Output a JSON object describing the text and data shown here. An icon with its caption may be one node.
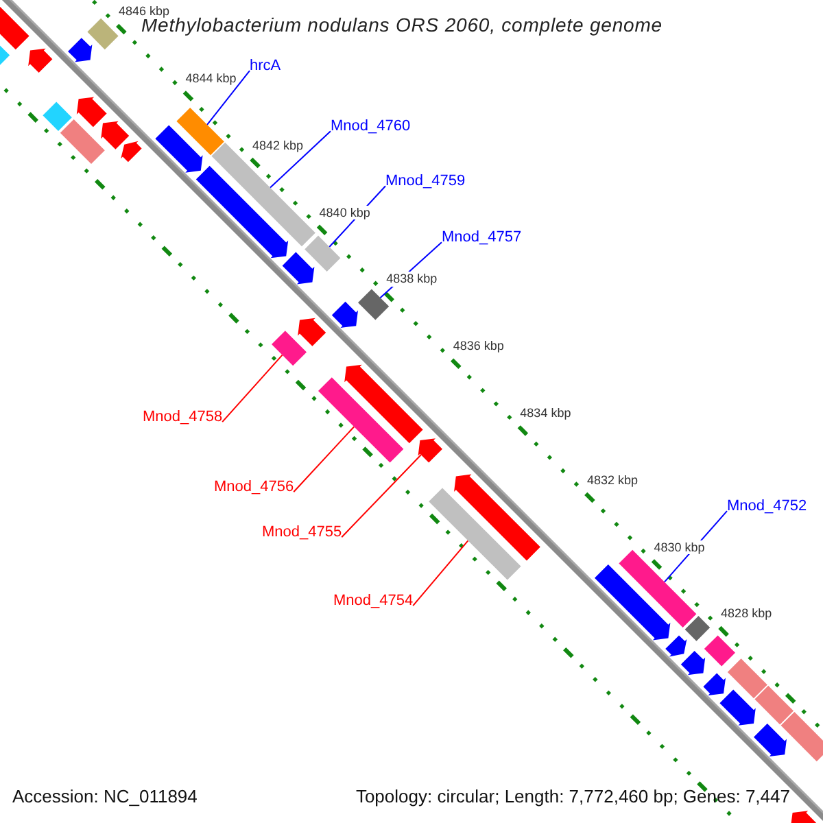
{
  "diagram": {
    "title": "Methylobacterium nodulans ORS 2060, complete genome",
    "nodes": [
      {
        "text": [
          "hrcA"
        ]
      },
      {
        "text": [
          "Mnod_4760"
        ]
      },
      {
        "text": [
          "Mnod_4759"
        ]
      },
      {
        "text": [
          "Mnod_4757"
        ]
      },
      {
        "text": [
          "Mnod_4758"
        ]
      },
      {
        "text": [
          "Mnod_4756"
        ]
      },
      {
        "text": [
          "Mnod_4752"
        ]
      },
      {
        "text": [
          "Mnod_4755"
        ]
      },
      {
        "text": [
          "Mnod_4754"
        ]
      },
      {
        "text": [],
        "shape": "pentagon"
      },
      {
        "text": [],
        "shape": "bar"
      },
      {
        "text": [],
        "shape": "pentagon"
      },
      {
        "text": [],
        "shape": "bar"
      },
      {
        "text": [],
        "shape": "pentagon"
      },
      {
        "text": [],
        "shape": "bar"
      },
      {
        "text": [],
        "shape": "pentagon"
      },
      {
        "text": [],
        "shape": "bar"
      },
      {
        "text": [],
        "shape": "pentagon"
      },
      {
        "text": [],
        "shape": "pentagon"
      },
      {
        "text": [],
        "shape": "pentagon"
      },
      {
        "text": [],
        "shape": "bar"
      },
      {
        "text": [],
        "shape": "bar"
      },
      {
        "text": [],
        "shape": "pentagon"
      },
      {
        "text": [],
        "shape": "pentagon"
      },
      {
        "text": [],
        "shape": "bar"
      },
      {
        "text": [],
        "shape": "bar"
      },
      {
        "text": [],
        "shape": "pentagon"
      },
      {
        "text": [],
        "shape": "pentagon"
      },
      {
        "text": [],
        "shape": "bar"
      },
      {
        "text": [],
        "shape": "bar"
      },
      {
        "text": [],
        "shape": "pentagon"
      },
      {
        "text": [],
        "shape": "pentagon"
      },
      {
        "text": [],
        "shape": "bar"
      },
      {
        "text": [],
        "shape": "pentagon"
      },
      {
        "text": [],
        "shape": "pentagon"
      },
      {
        "text": [],
        "shape": "bar"
      },
      {
        "text": [],
        "shape": "bar"
      },
      {
        "text": [],
        "shape": "pentagon"
      },
      {
        "text": [],
        "shape": "pentagon"
      },
      {
        "text": [],
        "shape": "bar"
      },
      {
        "text": [],
        "shape": "pentagon"
      },
      {
        "text": [],
        "shape": "bar"
      },
      {
        "text": [],
        "shape": "pentagon"
      },
      {
        "text": [],
        "shape": "bar"
      },
      {
        "text": [],
        "shape": "pentagon"
      },
      {
        "text": [],
        "shape": "bar"
      },
      {
        "text": [],
        "shape": "pentagon"
      }
    ],
    "edges": [
      {
        "from": 0,
        "to": 20,
        "arrow": "none"
      },
      {
        "from": 1,
        "to": 21,
        "arrow": "none"
      },
      {
        "from": 2,
        "to": 24,
        "arrow": "none"
      },
      {
        "from": 3,
        "to": 28,
        "arrow": "none"
      },
      {
        "from": 4,
        "to": 25,
        "arrow": "none",
        "color": "#ff0000"
      },
      {
        "from": 5,
        "to": 29,
        "arrow": "none",
        "color": "#ff0000"
      },
      {
        "from": 6,
        "to": 35,
        "arrow": "none"
      },
      {
        "from": 7,
        "to": 31,
        "arrow": "none",
        "color": "#ff0000"
      },
      {
        "from": 8,
        "to": 32,
        "arrow": "none",
        "color": "#ff0000"
      }
    ],
    "labels": [
      "4846 kbp",
      "4844 kbp",
      "4842 kbp",
      "4840 kbp",
      "4838 kbp",
      "4836 kbp",
      "4834 kbp",
      "4832 kbp",
      "4830 kbp",
      "4828 kbp",
      "Accession: NC_011894",
      "Topology: circular; Length: 7,772,460 bp; Genes: 7,447"
    ]
  }
}
